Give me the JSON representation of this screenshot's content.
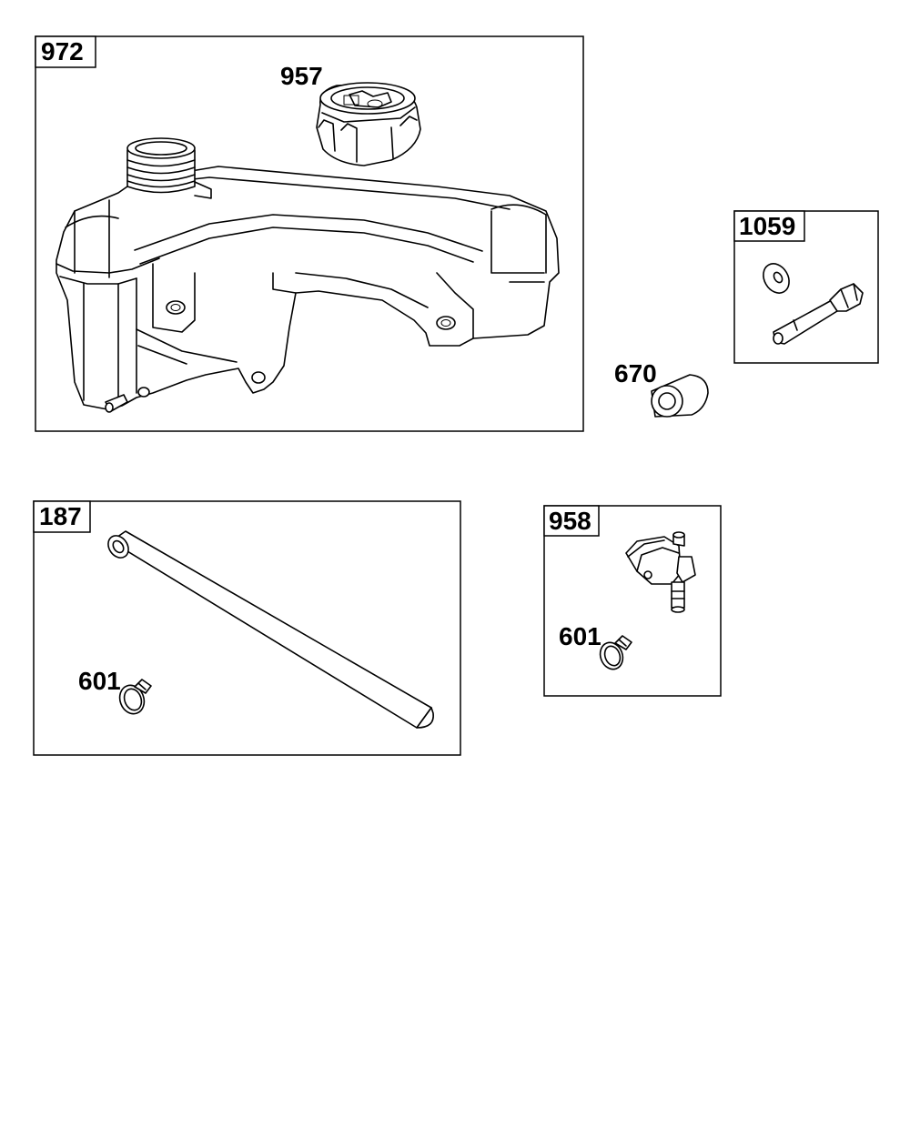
{
  "groups": {
    "g972": {
      "label": "972"
    },
    "g1059": {
      "label": "1059"
    },
    "g187": {
      "label": "187"
    },
    "g958": {
      "label": "958"
    }
  },
  "parts": {
    "p957": {
      "label": "957"
    },
    "p670": {
      "label": "670"
    },
    "p601a": {
      "label": "601"
    },
    "p601b": {
      "label": "601"
    }
  }
}
